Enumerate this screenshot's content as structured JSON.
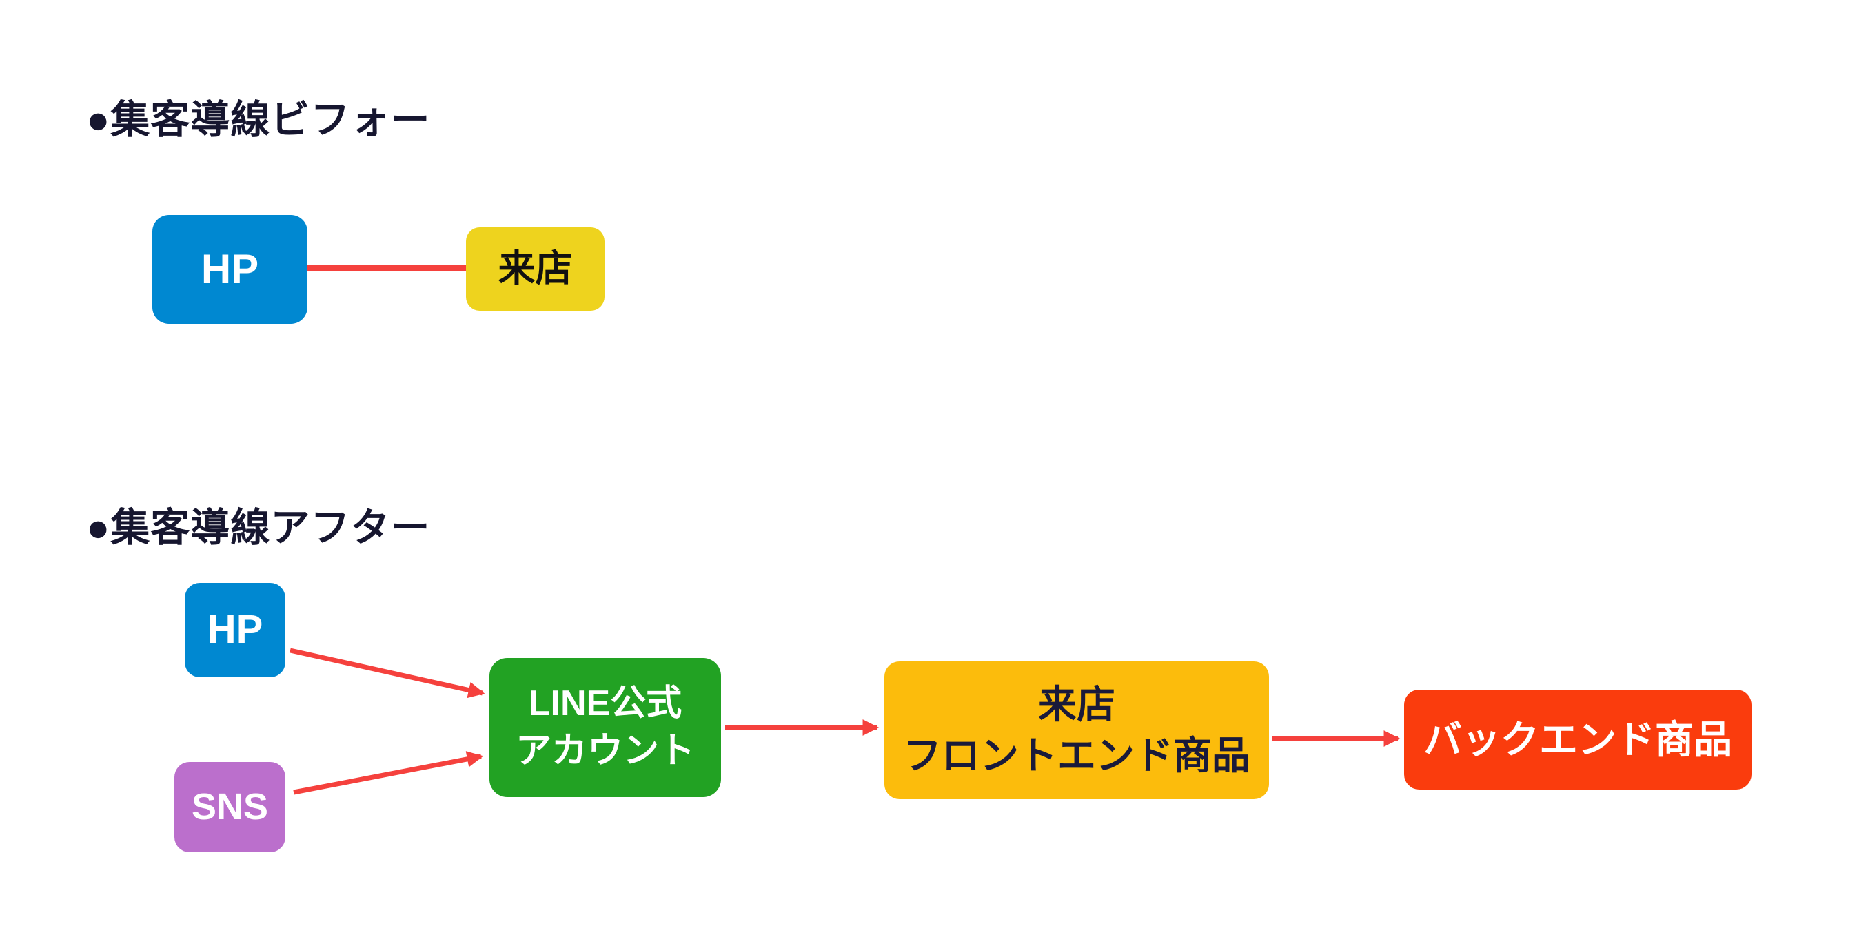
{
  "diagram": {
    "background": "#ffffff",
    "arrow_color": "#f5413d",
    "title_color": "#16162f",
    "before": {
      "title": "●集客導線ビフォー",
      "nodes": {
        "hp": {
          "label": "HP",
          "bg": "#0088d1",
          "text_color": "#ffffff"
        },
        "visit": {
          "label": "来店",
          "bg": "#eed31e",
          "text_color": "#111111"
        }
      },
      "edges": [
        {
          "from": "hp",
          "to": "visit",
          "arrowhead": false
        }
      ]
    },
    "after": {
      "title": "●集客導線アフター",
      "nodes": {
        "hp": {
          "label": "HP",
          "bg": "#0088d1",
          "text_color": "#ffffff"
        },
        "sns": {
          "label": "SNS",
          "bg": "#bb6fcc",
          "text_color": "#ffffff"
        },
        "line_official": {
          "label_line1": "LINE公式",
          "label_line2": "アカウント",
          "bg": "#22a223",
          "text_color": "#ffffff"
        },
        "frontend": {
          "label_line1": "来店",
          "label_line2": "フロントエンド商品",
          "bg": "#fcbc0c",
          "text_color": "#1a1a3a"
        },
        "backend": {
          "label": "バックエンド商品",
          "bg": "#fa3c0d",
          "text_color": "#ffffff"
        }
      },
      "edges": [
        {
          "from": "hp",
          "to": "line_official",
          "arrowhead": true
        },
        {
          "from": "sns",
          "to": "line_official",
          "arrowhead": true
        },
        {
          "from": "line_official",
          "to": "frontend",
          "arrowhead": true
        },
        {
          "from": "frontend",
          "to": "backend",
          "arrowhead": true
        }
      ]
    }
  }
}
